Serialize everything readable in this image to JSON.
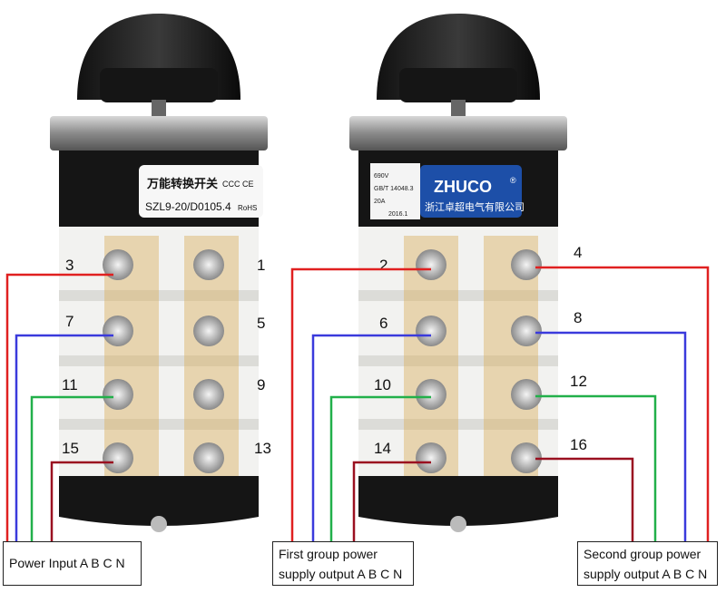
{
  "left_switch": {
    "label_cn": "万能转换开关",
    "model": "SZL9-20/D0105.4",
    "rohs": "RoHS",
    "cert": "CCC CE",
    "terminals_left": [
      "3",
      "7",
      "11",
      "15"
    ],
    "terminals_right": [
      "1",
      "5",
      "9",
      "13"
    ]
  },
  "right_switch": {
    "brand": "ZHUCO",
    "registered": "®",
    "company_cn": "浙江卓超电气有限公司",
    "spec_lines": [
      "690V",
      "GB/T 14048.3",
      "20A",
      "2016.1"
    ],
    "terminals_left": [
      "2",
      "6",
      "10",
      "14"
    ],
    "terminals_right": [
      "4",
      "8",
      "12",
      "16"
    ]
  },
  "labels": {
    "power_input": "Power Input A B C N",
    "first_group_l1": "First group power",
    "first_group_l2": "supply output A B C N",
    "second_group_l1": "Second group power",
    "second_group_l2": "supply output A B C N"
  },
  "wire_colors": {
    "A": "#e02020",
    "B": "#3a3adc",
    "C": "#22b04a",
    "N": "#9a1020"
  }
}
